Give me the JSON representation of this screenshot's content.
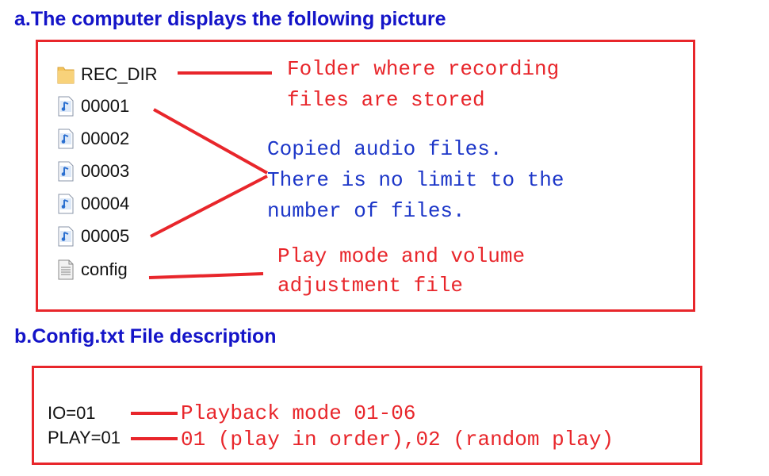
{
  "headings": {
    "a": "a.The computer displays the following picture",
    "b": "b.Config.txt File description"
  },
  "files": [
    {
      "name": "REC_DIR",
      "icon": "folder-icon"
    },
    {
      "name": "00001",
      "icon": "audio-file-icon"
    },
    {
      "name": "00002",
      "icon": "audio-file-icon"
    },
    {
      "name": "00003",
      "icon": "audio-file-icon"
    },
    {
      "name": "00004",
      "icon": "audio-file-icon"
    },
    {
      "name": "00005",
      "icon": "audio-file-icon"
    },
    {
      "name": "config",
      "icon": "text-file-icon"
    }
  ],
  "annotations": {
    "folder": [
      "Folder where recording",
      "files are stored"
    ],
    "audio": [
      "Copied audio files.",
      "There is no limit to the",
      "number of files."
    ],
    "config": [
      "Play mode and volume",
      "adjustment file"
    ]
  },
  "config_file": {
    "lines": [
      "IO=01",
      "PLAY=01"
    ],
    "notes": [
      "Playback mode 01-06",
      "01 (play in order),02 (random play)"
    ]
  },
  "colors": {
    "heading": "#1414c8",
    "frame": "#e8262b",
    "red_text": "#e8262b",
    "blue_text": "#1c36c8",
    "folder": "#f4c45c",
    "audio_icon": "#2a6fd0"
  }
}
